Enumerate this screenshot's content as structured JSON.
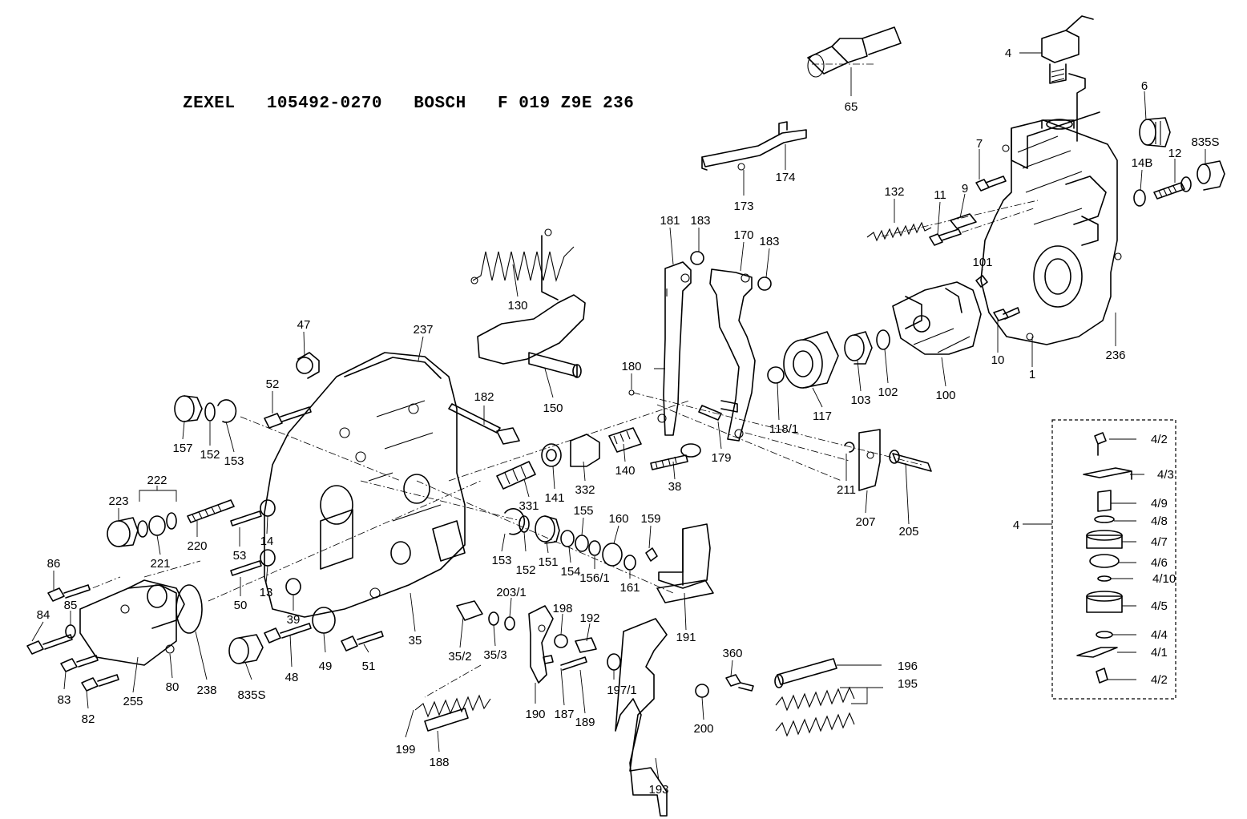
{
  "title": "ZEXEL   105492-0270   BOSCH   F 019 Z9E 236",
  "parts": [
    {
      "id": "p4",
      "text": "4"
    },
    {
      "id": "p65",
      "text": "65"
    },
    {
      "id": "p6",
      "text": "6"
    },
    {
      "id": "p7",
      "text": "7"
    },
    {
      "id": "p835a",
      "text": "835S"
    },
    {
      "id": "p12",
      "text": "12"
    },
    {
      "id": "p14B",
      "text": "14B"
    },
    {
      "id": "p9",
      "text": "9"
    },
    {
      "id": "p11",
      "text": "11"
    },
    {
      "id": "p132",
      "text": "132"
    },
    {
      "id": "p174",
      "text": "174"
    },
    {
      "id": "p173",
      "text": "173"
    },
    {
      "id": "p181",
      "text": "181"
    },
    {
      "id": "p183a",
      "text": "183"
    },
    {
      "id": "p170",
      "text": "170"
    },
    {
      "id": "p183b",
      "text": "183"
    },
    {
      "id": "p101",
      "text": "101"
    },
    {
      "id": "p130",
      "text": "130"
    },
    {
      "id": "p47",
      "text": "47"
    },
    {
      "id": "p237",
      "text": "237"
    },
    {
      "id": "p150",
      "text": "150"
    },
    {
      "id": "p180",
      "text": "180"
    },
    {
      "id": "p10",
      "text": "10"
    },
    {
      "id": "p236",
      "text": "236"
    },
    {
      "id": "p1",
      "text": "1"
    },
    {
      "id": "p100",
      "text": "100"
    },
    {
      "id": "p102",
      "text": "102"
    },
    {
      "id": "p103",
      "text": "103"
    },
    {
      "id": "p117",
      "text": "117"
    },
    {
      "id": "p118_1",
      "text": "118/1"
    },
    {
      "id": "p52",
      "text": "52"
    },
    {
      "id": "p182",
      "text": "182"
    },
    {
      "id": "p157",
      "text": "157"
    },
    {
      "id": "p152a",
      "text": "152"
    },
    {
      "id": "p153a",
      "text": "153"
    },
    {
      "id": "p179",
      "text": "179"
    },
    {
      "id": "p222",
      "text": "222"
    },
    {
      "id": "p140",
      "text": "140"
    },
    {
      "id": "p38",
      "text": "38"
    },
    {
      "id": "p141",
      "text": "141"
    },
    {
      "id": "p332",
      "text": "332"
    },
    {
      "id": "p331",
      "text": "331"
    },
    {
      "id": "p223",
      "text": "223"
    },
    {
      "id": "p221",
      "text": "221"
    },
    {
      "id": "p220",
      "text": "220"
    },
    {
      "id": "p53",
      "text": "53"
    },
    {
      "id": "p14",
      "text": "14"
    },
    {
      "id": "p211",
      "text": "211"
    },
    {
      "id": "p207",
      "text": "207"
    },
    {
      "id": "p205",
      "text": "205"
    },
    {
      "id": "p155",
      "text": "155"
    },
    {
      "id": "p160",
      "text": "160"
    },
    {
      "id": "p159",
      "text": "159"
    },
    {
      "id": "p153b",
      "text": "153"
    },
    {
      "id": "p152b",
      "text": "152"
    },
    {
      "id": "p151",
      "text": "151"
    },
    {
      "id": "p154",
      "text": "154"
    },
    {
      "id": "p156_1",
      "text": "156/1"
    },
    {
      "id": "p161",
      "text": "161"
    },
    {
      "id": "p86",
      "text": "86"
    },
    {
      "id": "p50",
      "text": "50"
    },
    {
      "id": "p13",
      "text": "13"
    },
    {
      "id": "p39",
      "text": "39"
    },
    {
      "id": "p85",
      "text": "85"
    },
    {
      "id": "p84",
      "text": "84"
    },
    {
      "id": "p191",
      "text": "191"
    },
    {
      "id": "p203_1",
      "text": "203/1"
    },
    {
      "id": "p198",
      "text": "198"
    },
    {
      "id": "p192",
      "text": "192"
    },
    {
      "id": "p35",
      "text": "35"
    },
    {
      "id": "p35_2",
      "text": "35/2"
    },
    {
      "id": "p35_3",
      "text": "35/3"
    },
    {
      "id": "p51",
      "text": "51"
    },
    {
      "id": "p49",
      "text": "49"
    },
    {
      "id": "p48",
      "text": "48"
    },
    {
      "id": "p835b",
      "text": "835S"
    },
    {
      "id": "p238",
      "text": "238"
    },
    {
      "id": "p80",
      "text": "80"
    },
    {
      "id": "p255",
      "text": "255"
    },
    {
      "id": "p83",
      "text": "83"
    },
    {
      "id": "p82",
      "text": "82"
    },
    {
      "id": "p360",
      "text": "360"
    },
    {
      "id": "p196",
      "text": "196"
    },
    {
      "id": "p195",
      "text": "195"
    },
    {
      "id": "p197_1",
      "text": "197/1"
    },
    {
      "id": "p190",
      "text": "190"
    },
    {
      "id": "p187",
      "text": "187"
    },
    {
      "id": "p189",
      "text": "189"
    },
    {
      "id": "p200",
      "text": "200"
    },
    {
      "id": "p199",
      "text": "199"
    },
    {
      "id": "p188",
      "text": "188"
    },
    {
      "id": "p193",
      "text": "193"
    },
    {
      "id": "d4_2a",
      "text": "4/2"
    },
    {
      "id": "d4_3",
      "text": "4/3"
    },
    {
      "id": "d4",
      "text": "4"
    },
    {
      "id": "d4_9",
      "text": "4/9"
    },
    {
      "id": "d4_8",
      "text": "4/8"
    },
    {
      "id": "d4_7",
      "text": "4/7"
    },
    {
      "id": "d4_6",
      "text": "4/6"
    },
    {
      "id": "d4_10",
      "text": "4/10"
    },
    {
      "id": "d4_5",
      "text": "4/5"
    },
    {
      "id": "d4_4",
      "text": "4/4"
    },
    {
      "id": "d4_1",
      "text": "4/1"
    },
    {
      "id": "d4_2b",
      "text": "4/2"
    }
  ]
}
